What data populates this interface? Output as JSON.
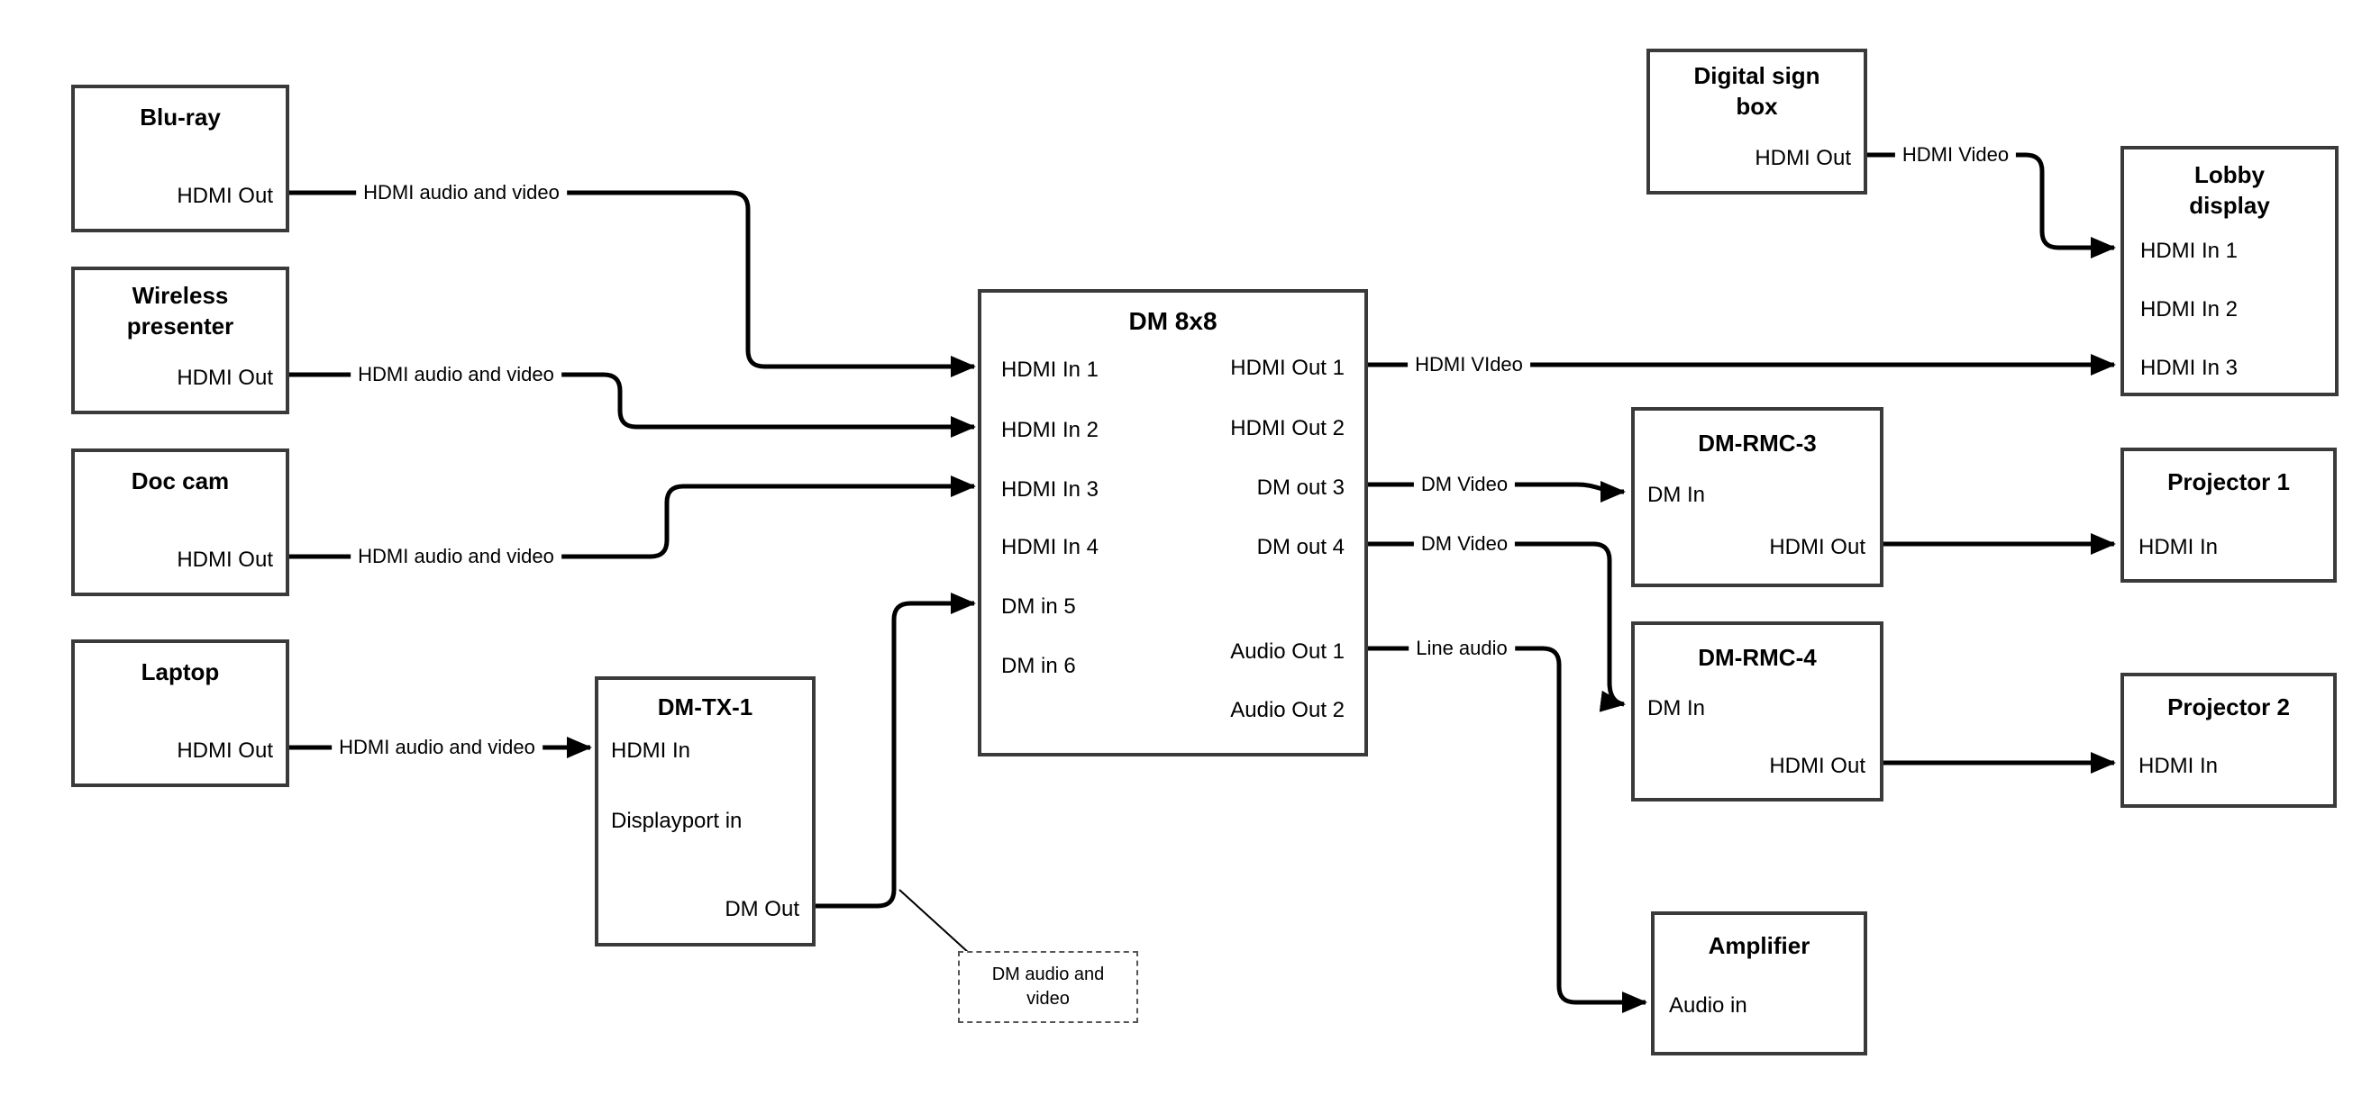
{
  "colors": {
    "line": "#000000",
    "box_border": "#3a3a3a",
    "background": "#ffffff",
    "text": "#000000"
  },
  "nodes": {
    "blu_ray": {
      "title": "Blu-ray",
      "hdmi_out": "HDMI Out"
    },
    "wireless_presenter": {
      "title": "Wireless presenter",
      "hdmi_out": "HDMI Out"
    },
    "doc_cam": {
      "title": "Doc cam",
      "hdmi_out": "HDMI Out"
    },
    "laptop": {
      "title": "Laptop",
      "hdmi_out": "HDMI Out"
    },
    "dm_tx_1": {
      "title": "DM-TX-1",
      "hdmi_in": "HDMI In",
      "displayport_in": "Displayport in",
      "dm_out": "DM Out"
    },
    "dm_8x8": {
      "title": "DM 8x8",
      "hdmi_in_1": "HDMI In 1",
      "hdmi_in_2": "HDMI In 2",
      "hdmi_in_3": "HDMI In 3",
      "hdmi_in_4": "HDMI In 4",
      "dm_in_5": "DM in 5",
      "dm_in_6": "DM in 6",
      "hdmi_out_1": "HDMI Out 1",
      "hdmi_out_2": "HDMI Out 2",
      "dm_out_3": "DM out 3",
      "dm_out_4": "DM out 4",
      "audio_out_1": "Audio Out 1",
      "audio_out_2": "Audio Out 2"
    },
    "digital_sign_box": {
      "title": "Digital sign box",
      "hdmi_out": "HDMI Out"
    },
    "lobby_display": {
      "title": "Lobby display",
      "hdmi_in_1": "HDMI In 1",
      "hdmi_in_2": "HDMI In 2",
      "hdmi_in_3": "HDMI In 3"
    },
    "dm_rmc_3": {
      "title": "DM-RMC-3",
      "dm_in": "DM In",
      "hdmi_out": "HDMI Out"
    },
    "projector_1": {
      "title": "Projector 1",
      "hdmi_in": "HDMI In"
    },
    "dm_rmc_4": {
      "title": "DM-RMC-4",
      "dm_in": "DM In",
      "hdmi_out": "HDMI Out"
    },
    "projector_2": {
      "title": "Projector 2",
      "hdmi_in": "HDMI In"
    },
    "amplifier": {
      "title": "Amplifier",
      "audio_in": "Audio in"
    }
  },
  "connections": {
    "bluray_to_dm8x8": {
      "label": "HDMI audio and video"
    },
    "wireless_to_dm8x8": {
      "label": "HDMI audio and video"
    },
    "doccam_to_dm8x8": {
      "label": "HDMI audio and video"
    },
    "laptop_to_dmtx1": {
      "label": "HDMI audio and video"
    },
    "dm8x8_to_lobby": {
      "label": "HDMI VIdeo"
    },
    "dm8x8_to_rmc3": {
      "label": "DM Video"
    },
    "dm8x8_to_rmc4": {
      "label": "DM Video"
    },
    "dm8x8_to_amp": {
      "label": "Line audio"
    },
    "sign_to_lobby": {
      "label": "HDMI Video"
    },
    "dmtx1_callout": {
      "label": "DM audio and video"
    }
  }
}
